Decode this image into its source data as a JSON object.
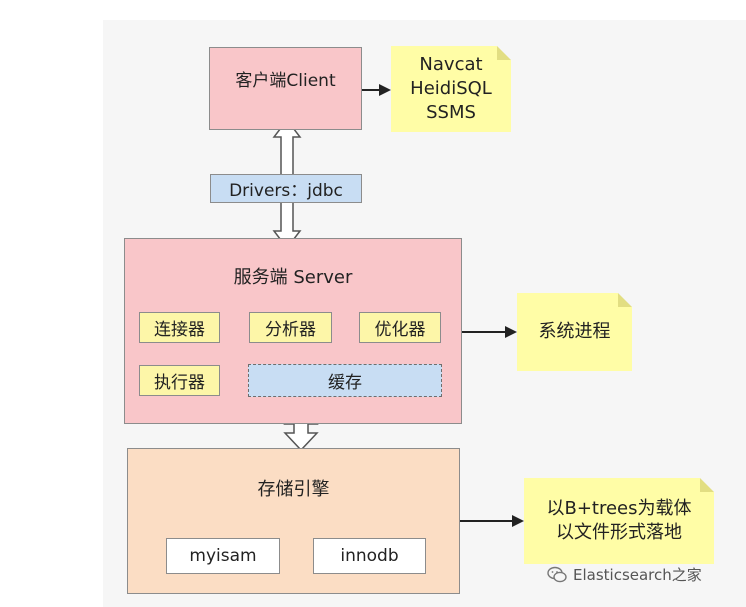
{
  "client": {
    "label": "客户端Client"
  },
  "client_tools": {
    "lines": [
      "Navcat",
      "HeidiSQL",
      "SSMS"
    ]
  },
  "drivers": {
    "label": "Drivers：jdbc"
  },
  "server": {
    "title": "服务端 Server",
    "modules": [
      "连接器",
      "分析器",
      "优化器",
      "执行器"
    ],
    "cache": "缓存"
  },
  "server_note": {
    "label": "系统进程"
  },
  "storage": {
    "title": "存储引擎",
    "engines": [
      "myisam",
      "innodb"
    ]
  },
  "storage_note": {
    "lines": [
      "以B+trees为载体",
      "以文件形式落地"
    ]
  },
  "watermark": {
    "icon": "wechat-icon",
    "text": "Elasticsearch之家"
  },
  "colors": {
    "client": "#f9c6c9",
    "server": "#f9c6c9",
    "storage": "#fbddc4",
    "drivers": "#c8ddf3",
    "module": "#fdf6a8",
    "note": "#fffda6"
  }
}
